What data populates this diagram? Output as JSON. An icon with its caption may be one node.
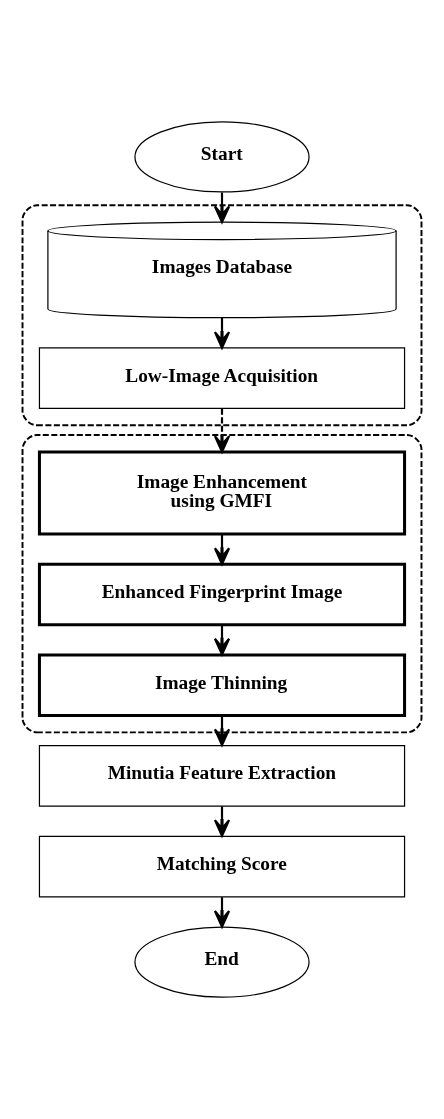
{
  "diagram": {
    "nodes": [
      {
        "text": [
          "Start"
        ]
      },
      {
        "text": [],
        "shape": "box"
      },
      {
        "text": [
          "Images Database"
        ],
        "in": 1
      },
      {
        "text": [
          "Low-Image Acquisition"
        ],
        "in": 1
      },
      {
        "text": [],
        "shape": "box"
      },
      {
        "text": [
          "Image Enhancement using GMFI"
        ],
        "in": 4
      },
      {
        "text": [
          "Enhanced Fingerprint Image"
        ],
        "in": 4
      },
      {
        "text": [
          "Image Thinning"
        ],
        "in": 4
      },
      {
        "text": [
          "Minutia Feature Extraction"
        ]
      },
      {
        "text": [
          "Matching Score"
        ]
      },
      {
        "text": [
          "End"
        ]
      }
    ],
    "edges": [
      {
        "from": 0,
        "to": 2,
        "arrow": "to"
      },
      {
        "from": 2,
        "to": 3,
        "arrow": "to"
      },
      {
        "from": 3,
        "to": 5,
        "arrow": "to",
        "style": "dashed"
      },
      {
        "from": 5,
        "to": 6,
        "arrow": "to"
      },
      {
        "from": 6,
        "to": 7,
        "arrow": "to"
      },
      {
        "from": 7,
        "to": 8,
        "arrow": "to"
      },
      {
        "from": 8,
        "to": 9,
        "arrow": "to"
      },
      {
        "from": 9,
        "to": 10,
        "arrow": "to"
      }
    ]
  }
}
